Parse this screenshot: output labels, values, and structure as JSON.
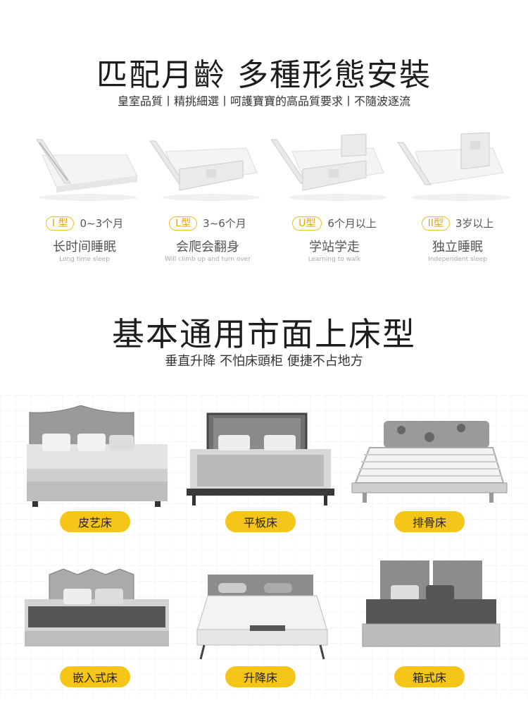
{
  "section1": {
    "title": "匹配月齡 多種形態安裝",
    "subtitle": "皇室品質丨精挑細選丨呵護寶寶的高品質要求丨不隨波逐流"
  },
  "rail_types": [
    {
      "badge": "I 型",
      "age": "0~3个月",
      "label": "长时间睡眠",
      "en": "Long time sleep"
    },
    {
      "badge": "L型",
      "age": "3~6个月",
      "label": "会爬会翻身",
      "en": "Will climb up and turn over"
    },
    {
      "badge": "U型",
      "age": "6个月以上",
      "label": "学站学走",
      "en": "Learning to walk"
    },
    {
      "badge": "II型",
      "age": "3岁以上",
      "label": "独立睡眠",
      "en": "Independent sleep"
    }
  ],
  "section2": {
    "title": "基本通用市面上床型",
    "subtitle": "垂直升降 不怕床頭柜 便捷不占地方"
  },
  "bed_types": [
    {
      "label": "皮艺床"
    },
    {
      "label": "平板床"
    },
    {
      "label": "排骨床"
    },
    {
      "label": "嵌入式床"
    },
    {
      "label": "升降床"
    },
    {
      "label": "箱式床"
    }
  ],
  "colors": {
    "accent": "#f5c518",
    "badge_border": "#f2bd1a",
    "badge_text": "#e3a400"
  }
}
